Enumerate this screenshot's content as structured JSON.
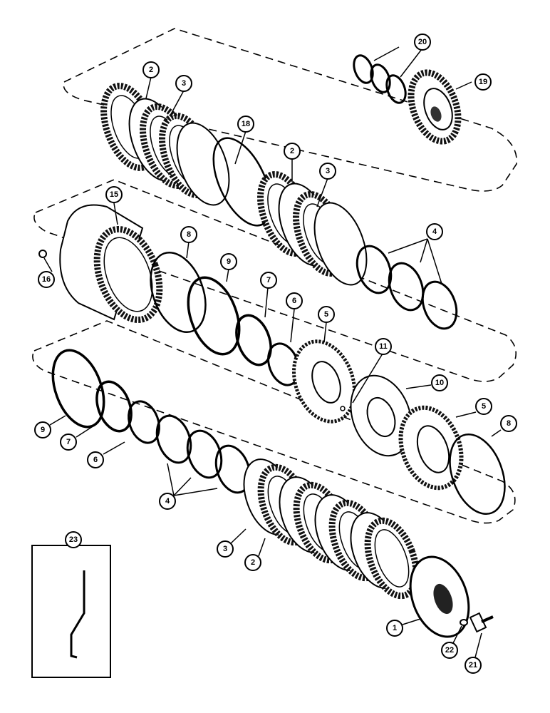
{
  "diagram": {
    "callouts": [
      "1",
      "2",
      "3",
      "4",
      "5",
      "6",
      "7",
      "8",
      "9",
      "10",
      "11",
      "15",
      "16",
      "18",
      "19",
      "20",
      "21",
      "22",
      "23"
    ],
    "inset_callout": "23"
  }
}
